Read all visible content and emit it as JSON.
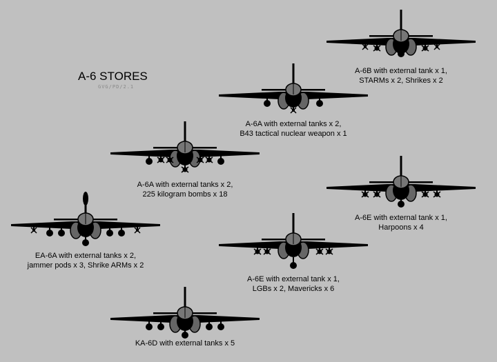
{
  "title": "A-6 STORES",
  "credit": "GVG/PD/2.1",
  "aircraft": [
    {
      "line1": "A-6B with external tank x 1,",
      "line2": "STARMs x 2, Shrikes x 2"
    },
    {
      "line1": "A-6A with external tanks x 2,",
      "line2": "B43 tactical nuclear weapon x 1"
    },
    {
      "line1": "A-6A with external tanks x 2,",
      "line2": "225 kilogram bombs x 18"
    },
    {
      "line1": "A-6E with external tank x 1,",
      "line2": "Harpoons x 4"
    },
    {
      "line1": "EA-6A with external tanks x 2,",
      "line2": "jammer pods x 3, Shrike ARMs x 2"
    },
    {
      "line1": "A-6E with external tank x 1,",
      "line2": "LGBs x 2, Mavericks x 6"
    },
    {
      "line1": "KA-6D with external tanks x 5",
      "line2": ""
    }
  ]
}
